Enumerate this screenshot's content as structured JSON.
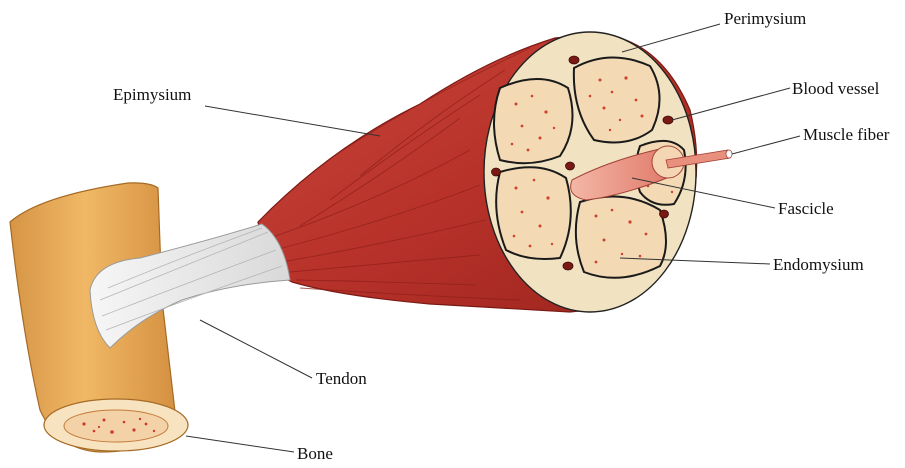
{
  "labels": {
    "perimysium": "Perimysium",
    "epimysium": "Epimysium",
    "blood_vessel": "Blood vessel",
    "muscle_fiber": "Muscle fiber",
    "fascicle": "Fascicle",
    "endomysium": "Endomysium",
    "tendon": "Tendon",
    "bone": "Bone"
  },
  "colors": {
    "muscle": "#b8322a",
    "muscle_dark": "#8e1f19",
    "fascicle_fill": "#f3d9b4",
    "fascicle_dots": "#d0412e",
    "bone": "#e6a957",
    "bone_dark": "#c9873a",
    "tendon": "#e9e9e9",
    "outline": "#222222"
  }
}
